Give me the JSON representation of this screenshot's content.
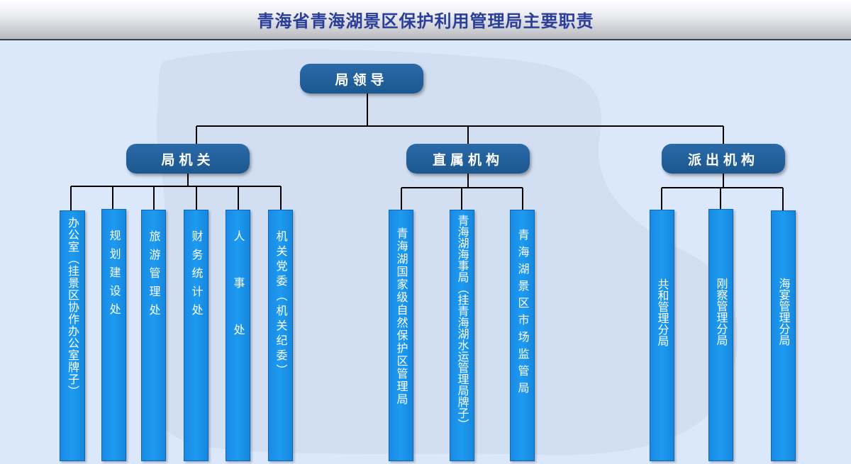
{
  "title": "青海省青海湖景区保护利用管理局主要职责",
  "root": {
    "label": "局领导"
  },
  "groups": [
    {
      "label": "局机关",
      "units": [
        "办公室（挂景区协作办公室牌子）",
        "规划建设处",
        "旅游管理处",
        "财务统计处",
        "人事处",
        "机关党委（机关纪委）"
      ]
    },
    {
      "label": "直属机构",
      "units": [
        "青海湖国家级自然保护区管理局",
        "青海湖海事局（挂青海湖水运管理局牌子）",
        "青海湖景区市场监管局"
      ]
    },
    {
      "label": "派出机构",
      "units": [
        "共和管理分局",
        "刚察管理分局",
        "海宴管理分局"
      ]
    }
  ],
  "colors": {
    "title": "#2a3e9a",
    "node": "#1f5c96",
    "unit": "#1d94ec",
    "line": "#000000",
    "background": "#dbe8fb"
  }
}
